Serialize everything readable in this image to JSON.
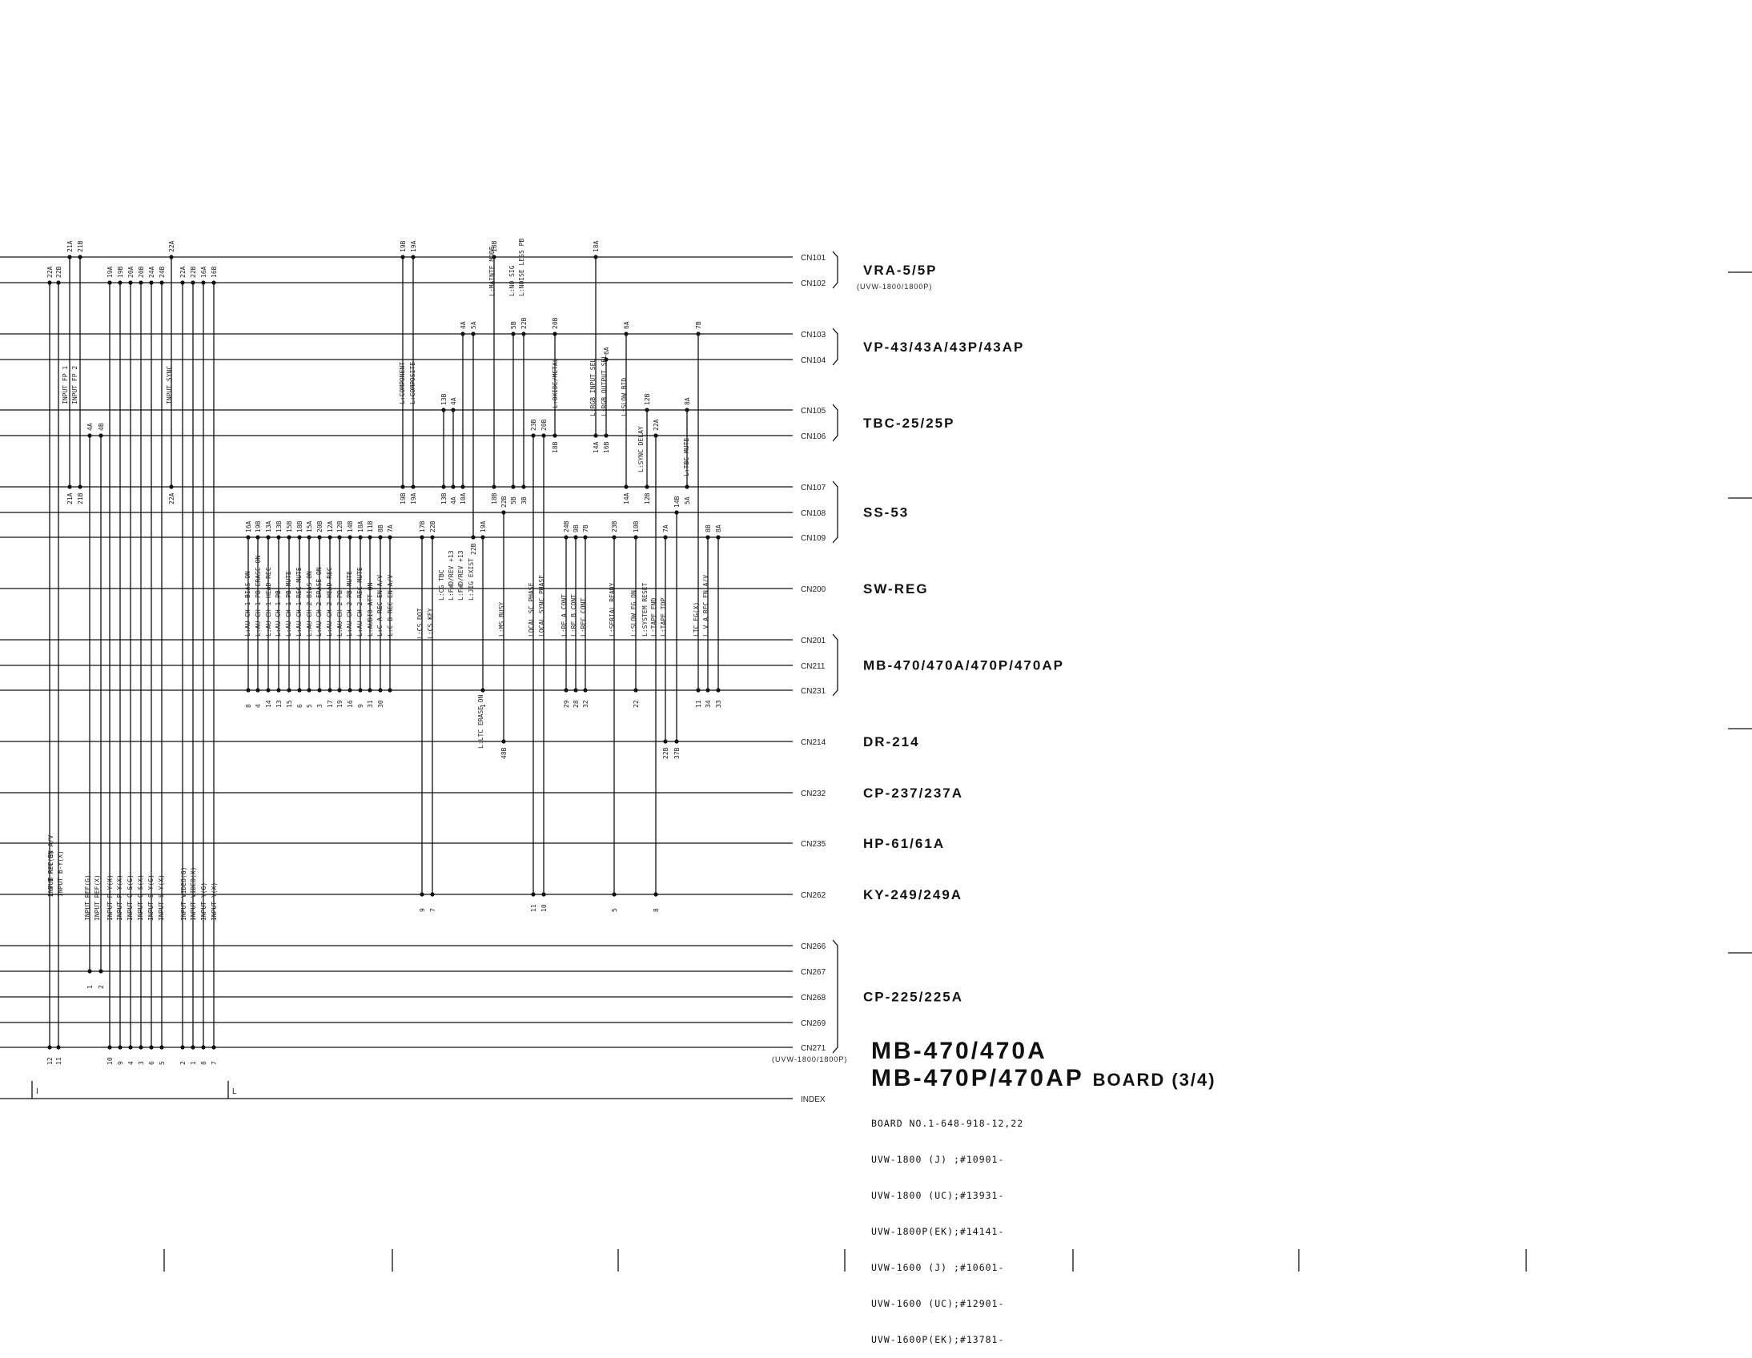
{
  "connectors": [
    {
      "id": "cn101",
      "label": "CN101"
    },
    {
      "id": "cn102",
      "label": "CN102"
    },
    {
      "id": "cn103",
      "label": "CN103"
    },
    {
      "id": "cn104",
      "label": "CN104"
    },
    {
      "id": "cn105",
      "label": "CN105"
    },
    {
      "id": "cn106",
      "label": "CN106"
    },
    {
      "id": "cn107",
      "label": "CN107"
    },
    {
      "id": "cn108",
      "label": "CN108"
    },
    {
      "id": "cn109",
      "label": "CN109"
    },
    {
      "id": "cn200",
      "label": "CN200"
    },
    {
      "id": "cn201",
      "label": "CN201"
    },
    {
      "id": "cn211",
      "label": "CN211"
    },
    {
      "id": "cn231",
      "label": "CN231"
    },
    {
      "id": "cn214",
      "label": "CN214"
    },
    {
      "id": "cn232",
      "label": "CN232"
    },
    {
      "id": "cn235",
      "label": "CN235"
    },
    {
      "id": "cn262",
      "label": "CN262"
    },
    {
      "id": "cn266",
      "label": "CN266"
    },
    {
      "id": "cn267",
      "label": "CN267"
    },
    {
      "id": "cn268",
      "label": "CN268"
    },
    {
      "id": "cn269",
      "label": "CN269"
    },
    {
      "id": "cn271",
      "label": "CN271"
    },
    {
      "id": "index",
      "label": "INDEX"
    }
  ],
  "boards": [
    {
      "id": "vra",
      "label": "VRA-5/5P",
      "sub": "(UVW-1800/1800P)"
    },
    {
      "id": "vp",
      "label": "VP-43/43A/43P/43AP",
      "sub": ""
    },
    {
      "id": "tbc",
      "label": "TBC-25/25P",
      "sub": ""
    },
    {
      "id": "ss",
      "label": "SS-53",
      "sub": ""
    },
    {
      "id": "swreg",
      "label": "SW-REG",
      "sub": ""
    },
    {
      "id": "mb",
      "label": "MB-470/470A/470P/470AP",
      "sub": ""
    },
    {
      "id": "dr",
      "label": "DR-214",
      "sub": ""
    },
    {
      "id": "cp237",
      "label": "CP-237/237A",
      "sub": ""
    },
    {
      "id": "hp",
      "label": "HP-61/61A",
      "sub": ""
    },
    {
      "id": "ky",
      "label": "KY-249/249A",
      "sub": ""
    },
    {
      "id": "cp225",
      "label": "CP-225/225A",
      "sub": ""
    }
  ],
  "cn271_note": "(UVW-1800/1800P)",
  "index_marks": [
    "I",
    "L"
  ],
  "signals": [
    "INPUT R-Y(G)",
    "INPUT B-Y(X)",
    "INPUT FP 1",
    "INPUT FP 2",
    "INPUT REF(G)",
    "INPUT REF(X)",
    "INPUT R-Y(X)",
    "INPUT R-Y(X)",
    "INPUT C-S(G)",
    "INPUT C-S(X)",
    "INPUT S-Y(G)",
    "INPUT S-Y(X)",
    "INPUT SYNC",
    "INPUT VIDEO(G)",
    "INPUT VIDEO(X)",
    "INPUT Y(G)",
    "INPUT Y(X)",
    "L:AU CH 1 BIAS ON",
    "L:AU CH 1 PB ERASE ON",
    "L:AU CH 1 HEAD REC",
    "L:AU CH 1 PB",
    "L:AU CH 1 PB MUTE",
    "L:AU CH 1 REC MUTE",
    "L:AU CH 2 BIAS ON",
    "L:AU CH 2 ERASE ON",
    "L:AU CH 2 HEAD REC",
    "L:AU CH 2 PB",
    "L:AU CH 2 PB MUTE",
    "L:AU CH 2 REC MUTE",
    "L:AUDIO ATT ON",
    "L:C A REC EN A/V",
    "L:C B REC EN A/V",
    "L:CS DOT",
    "L:CS KEY",
    "L:CG TBC",
    "L:FWD/REV +13",
    "L:FWD/REV +13",
    "L:JIG EXIST",
    "L:COMPONENT",
    "L:COMPOSITE",
    "L:MAINTE MODE",
    "L:NO SIG",
    "L:NOISE LESS PB",
    "L:OXIDE/METAL",
    "L:RGB INPUT SEL",
    "L:RGB OUTPUT SEL",
    "L:SLOW BID",
    "L:SYNC DELAY",
    "L:TBC MUTE",
    "L:LTC ERASE ON",
    "L:MS BUSY",
    "LOCAL SC PHASE",
    "LOCAL SYNC PHASE",
    "L:RE A CONT",
    "L:RE B CONT",
    "L:REC CONT",
    "L:SERIAL READY",
    "L:SLOW EG ON",
    "L:SYSTEM RESET",
    "L:TAPE END",
    "L:TAPE TOP",
    "LTC EG(X)",
    "L V A REC EN A/V",
    "L V B REC EN A/V"
  ],
  "title": {
    "line1": "MB-470/470A",
    "line2": "MB-470P/470AP",
    "suffix": "BOARD (3/4)"
  },
  "board_info": [
    "BOARD NO.1-648-918-12,22",
    "UVW-1800 (J) ;#10901-",
    "UVW-1800 (UC);#13931-",
    "UVW-1800P(EK);#14141-",
    "UVW-1600 (J) ;#10601-",
    "UVW-1600 (UC);#12901-",
    "UVW-1600P(EK);#13781-"
  ]
}
